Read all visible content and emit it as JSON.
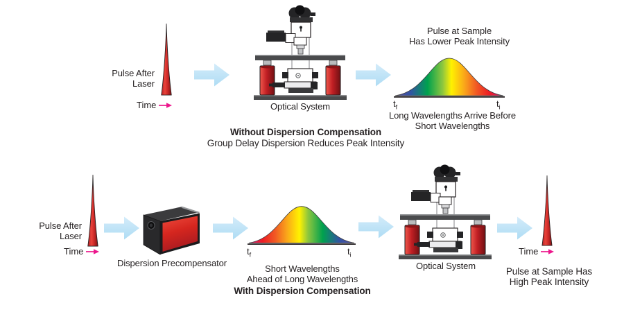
{
  "figure_name": "Dispersion Compensation Diagram",
  "top": {
    "pulse_label_1": "Pulse After",
    "pulse_label_2": "Laser",
    "time_label": "Time",
    "system_label": "Optical System",
    "result_line_1": "Pulse at Sample",
    "result_line_2": "Has Lower Peak Intensity",
    "axis_t_base": "t",
    "axis_left_sub": "f",
    "axis_right_sub": "i",
    "curve_note_1": "Long Wavelengths Arrive Before",
    "curve_note_2": "Short Wavelengths",
    "title_bold": "Without Dispersion Compensation",
    "title_note": "Group Delay Dispersion Reduces Peak Intensity"
  },
  "bottom": {
    "pulse_label_1": "Pulse After",
    "pulse_label_2": "Laser",
    "time_label": "Time",
    "precompensator_label": "Dispersion Precompensator",
    "curve_note_1": "Short Wavelengths",
    "curve_note_2": "Ahead of Long Wavelengths",
    "title_bold": "With Dispersion Compensation",
    "system_label": "Optical System",
    "result_time_label": "Time",
    "result_line_1": "Pulse at Sample Has",
    "result_line_2": "High Peak Intensity",
    "axis_t_base": "t",
    "axis_left_sub": "f",
    "axis_right_sub": "i"
  },
  "colors": {
    "text": "#231f20",
    "pulse_red": "#d93a31",
    "flow_arrow_blue": "#bfe2f6",
    "time_arrow_magenta": "#ec168c",
    "table_gray": "#4a4b4d",
    "isolator_red": "#cc2127",
    "rainbow_left_to_right": [
      "#5a4f9f",
      "#3253a5",
      "#00a14e",
      "#8fc73e",
      "#fff200",
      "#faa61a",
      "#f15a24",
      "#ed1c24",
      "#d91c7e"
    ]
  }
}
